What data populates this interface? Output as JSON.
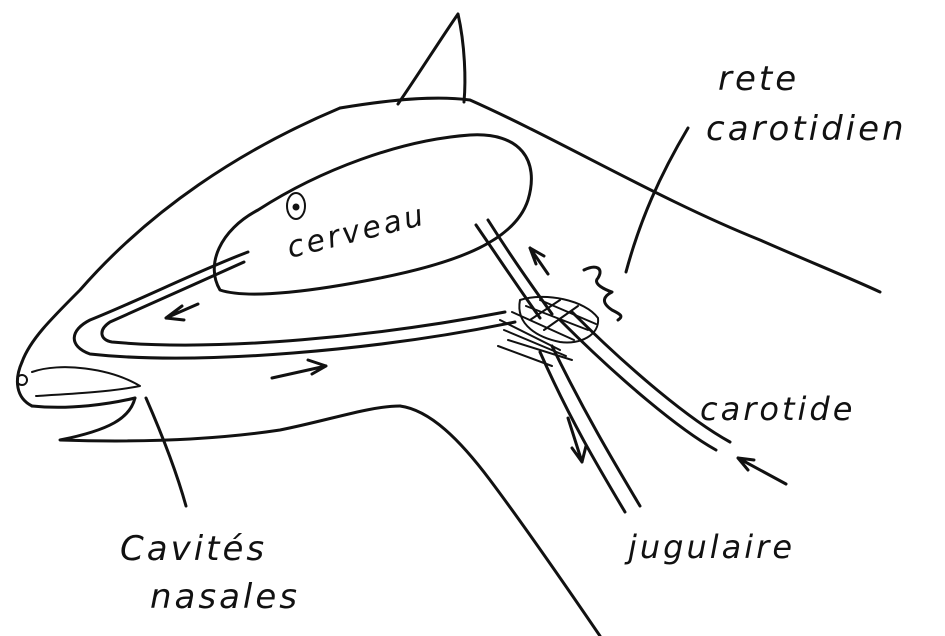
{
  "labels": {
    "cerveau": "cerveau",
    "rete_line1": "rete",
    "rete_line2": "carotidien",
    "carotide": "carotide",
    "jugulaire": "jugulaire",
    "cavites_line1": "Cavités",
    "cavites_line2": "nasales"
  },
  "colors": {
    "ink": "#111111",
    "background": "#ffffff"
  }
}
